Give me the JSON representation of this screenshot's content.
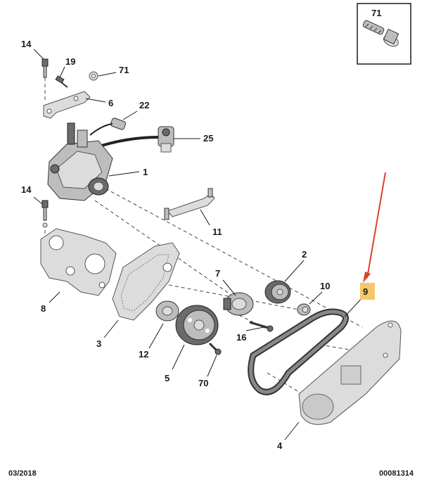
{
  "callouts": {
    "c71_inset": "71",
    "c14_top": "14",
    "c19": "19",
    "c71_main": "71",
    "c6": "6",
    "c22": "22",
    "c25": "25",
    "c1": "1",
    "c14_mid": "14",
    "c11": "11",
    "c2": "2",
    "c7": "7",
    "c10": "10",
    "c9": "9",
    "c8": "8",
    "c3": "3",
    "c12": "12",
    "c16": "16",
    "c5": "5",
    "c70": "70",
    "c4": "4"
  },
  "highlight_color": "#f5c76b",
  "arrow_color": "#d9442b",
  "footer": {
    "date": "03/2018",
    "code": "00081314"
  }
}
